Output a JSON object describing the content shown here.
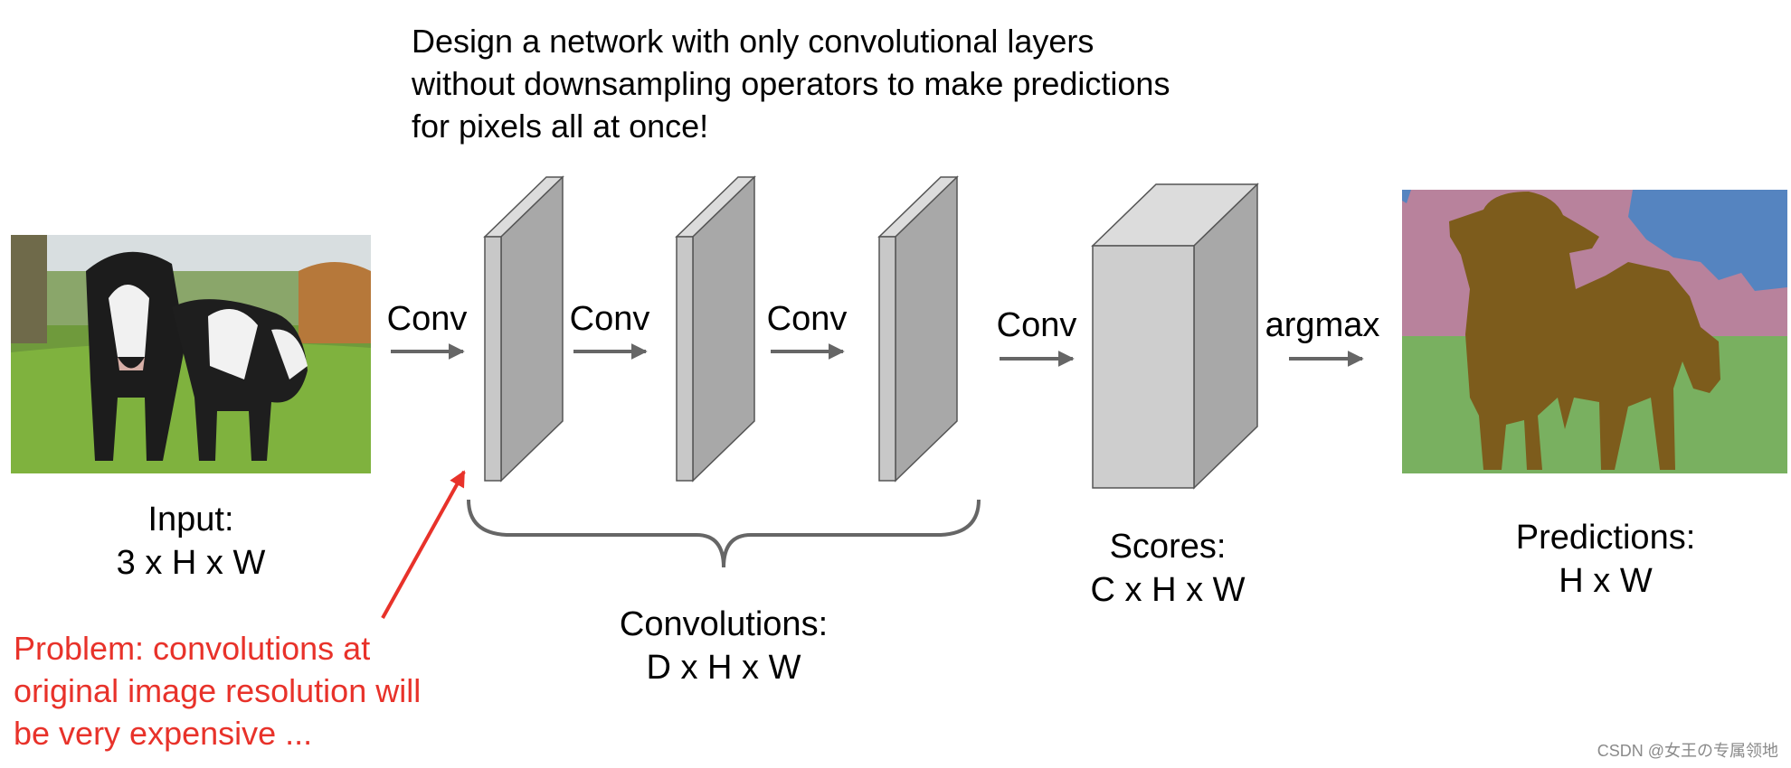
{
  "heading": {
    "line1": "Design a network with only convolutional layers",
    "line2": "without downsampling operators to make predictions",
    "line3": "for pixels all at once!"
  },
  "input": {
    "title": "Input:",
    "dims": "3 x H x W"
  },
  "convolutions": {
    "title": "Convolutions:",
    "dims": "D x H x W"
  },
  "scores": {
    "title": "Scores:",
    "dims": "C x H x W"
  },
  "predictions": {
    "title": "Predictions:",
    "dims": "H x W"
  },
  "arrows": {
    "conv1": "Conv",
    "conv2": "Conv",
    "conv3": "Conv",
    "conv4": "Conv",
    "argmax": "argmax"
  },
  "problem": {
    "line1": "Problem: convolutions at",
    "line2": "original image resolution will",
    "line3": "be very expensive ..."
  },
  "watermark": "CSDN @女王の专属领地",
  "colors": {
    "problem_text": "#e8322a",
    "arrow_gray": "#666666",
    "seg_pink": "#b8829c",
    "seg_blue": "#5584c0",
    "seg_green": "#79b060",
    "seg_brown": "#7d5c1c"
  }
}
